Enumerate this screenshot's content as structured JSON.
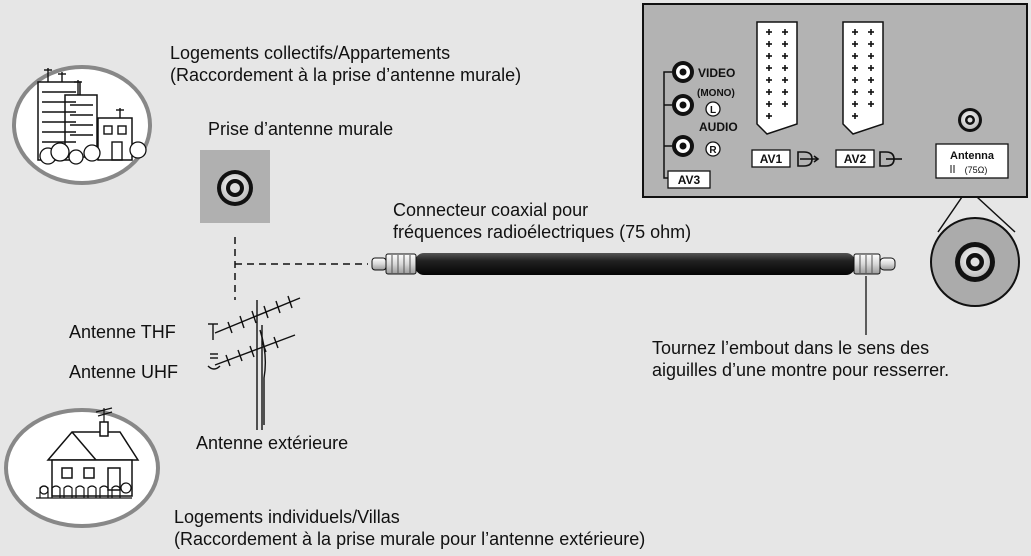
{
  "labels": {
    "collective_line1": "Logements collectifs/Appartements",
    "collective_line2": "(Raccordement à la prise d’antenne murale)",
    "wall_socket": "Prise d’antenne murale",
    "coax_line1": "Connecteur coaxial pour",
    "coax_line2": "fréquences radioélectriques (75 ohm)",
    "vhf": "Antenne THF",
    "uhf": "Antenne UHF",
    "outdoor": "Antenne extérieure",
    "twist_line1": "Tournez l’embout dans le sens des",
    "twist_line2": "aiguilles d’une montre pour resserrer.",
    "individual_line1": "Logements individuels/Villas",
    "individual_line2": "(Raccordement à la prise murale pour l’antenne extérieure)"
  },
  "panel": {
    "video": "VIDEO",
    "mono": "(MONO)",
    "left_glyph": "L",
    "audio": "AUDIO",
    "right_glyph": "R",
    "av1": "AV1",
    "av2": "AV2",
    "av3": "AV3",
    "antenna": "Antenna",
    "impedance": "(75Ω)"
  },
  "icons": {
    "buildings": "apartment-buildings-icon",
    "house": "house-icon",
    "outdoor_antenna": "outdoor-antenna-icon",
    "wall_socket": "wall-antenna-socket-icon",
    "cable": "coaxial-cable-icon",
    "scart": "scart-connector-icon"
  },
  "colors": {
    "background": "#e6e6e6",
    "socket_panel": "#b0b0b0",
    "tv_panel": "#b3b3b3",
    "zoom_circle": "#ababab",
    "cable": "#111111"
  }
}
